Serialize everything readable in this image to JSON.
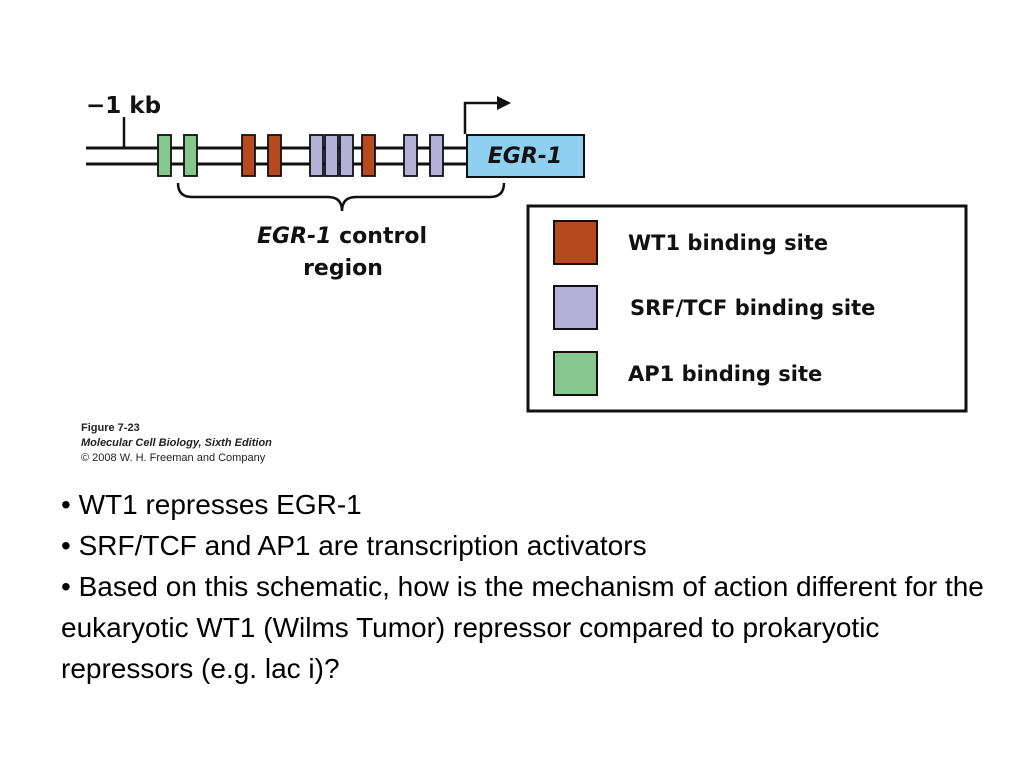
{
  "diagram": {
    "scale_label": "−1 kb",
    "gene_label": "EGR-1",
    "region_label_italic": "EGR-1",
    "region_label_rest": " control",
    "region_label_line2": "region",
    "sites": [
      {
        "type": "AP1"
      },
      {
        "type": "AP1"
      },
      {
        "type": "WT1"
      },
      {
        "type": "WT1"
      },
      {
        "type": "SRF/TCF"
      },
      {
        "type": "SRF/TCF"
      },
      {
        "type": "SRF/TCF"
      },
      {
        "type": "WT1"
      },
      {
        "type": "SRF/TCF"
      },
      {
        "type": "SRF/TCF"
      }
    ],
    "legend": [
      {
        "key": "WT1",
        "label": "WT1 binding site",
        "color": "#b7491f"
      },
      {
        "key": "SRF/TCF",
        "label": "SRF/TCF binding site",
        "color": "#b4b0d8"
      },
      {
        "key": "AP1",
        "label": "AP1 binding site",
        "color": "#86c78d"
      }
    ],
    "gene_color": "#8fd0f1"
  },
  "caption": {
    "figure": "Figure 7-23",
    "book": "Molecular Cell Biology, Sixth Edition",
    "copyright": "© 2008 W. H. Freeman and Company"
  },
  "bullets": [
    "• WT1 represses EGR-1",
    "• SRF/TCF and AP1 are transcription activators",
    "• Based on this schematic, how is the mechanism of action different for the eukaryotic WT1 (Wilms Tumor) repressor compared to prokaryotic repressors (e.g. lac i)?"
  ]
}
